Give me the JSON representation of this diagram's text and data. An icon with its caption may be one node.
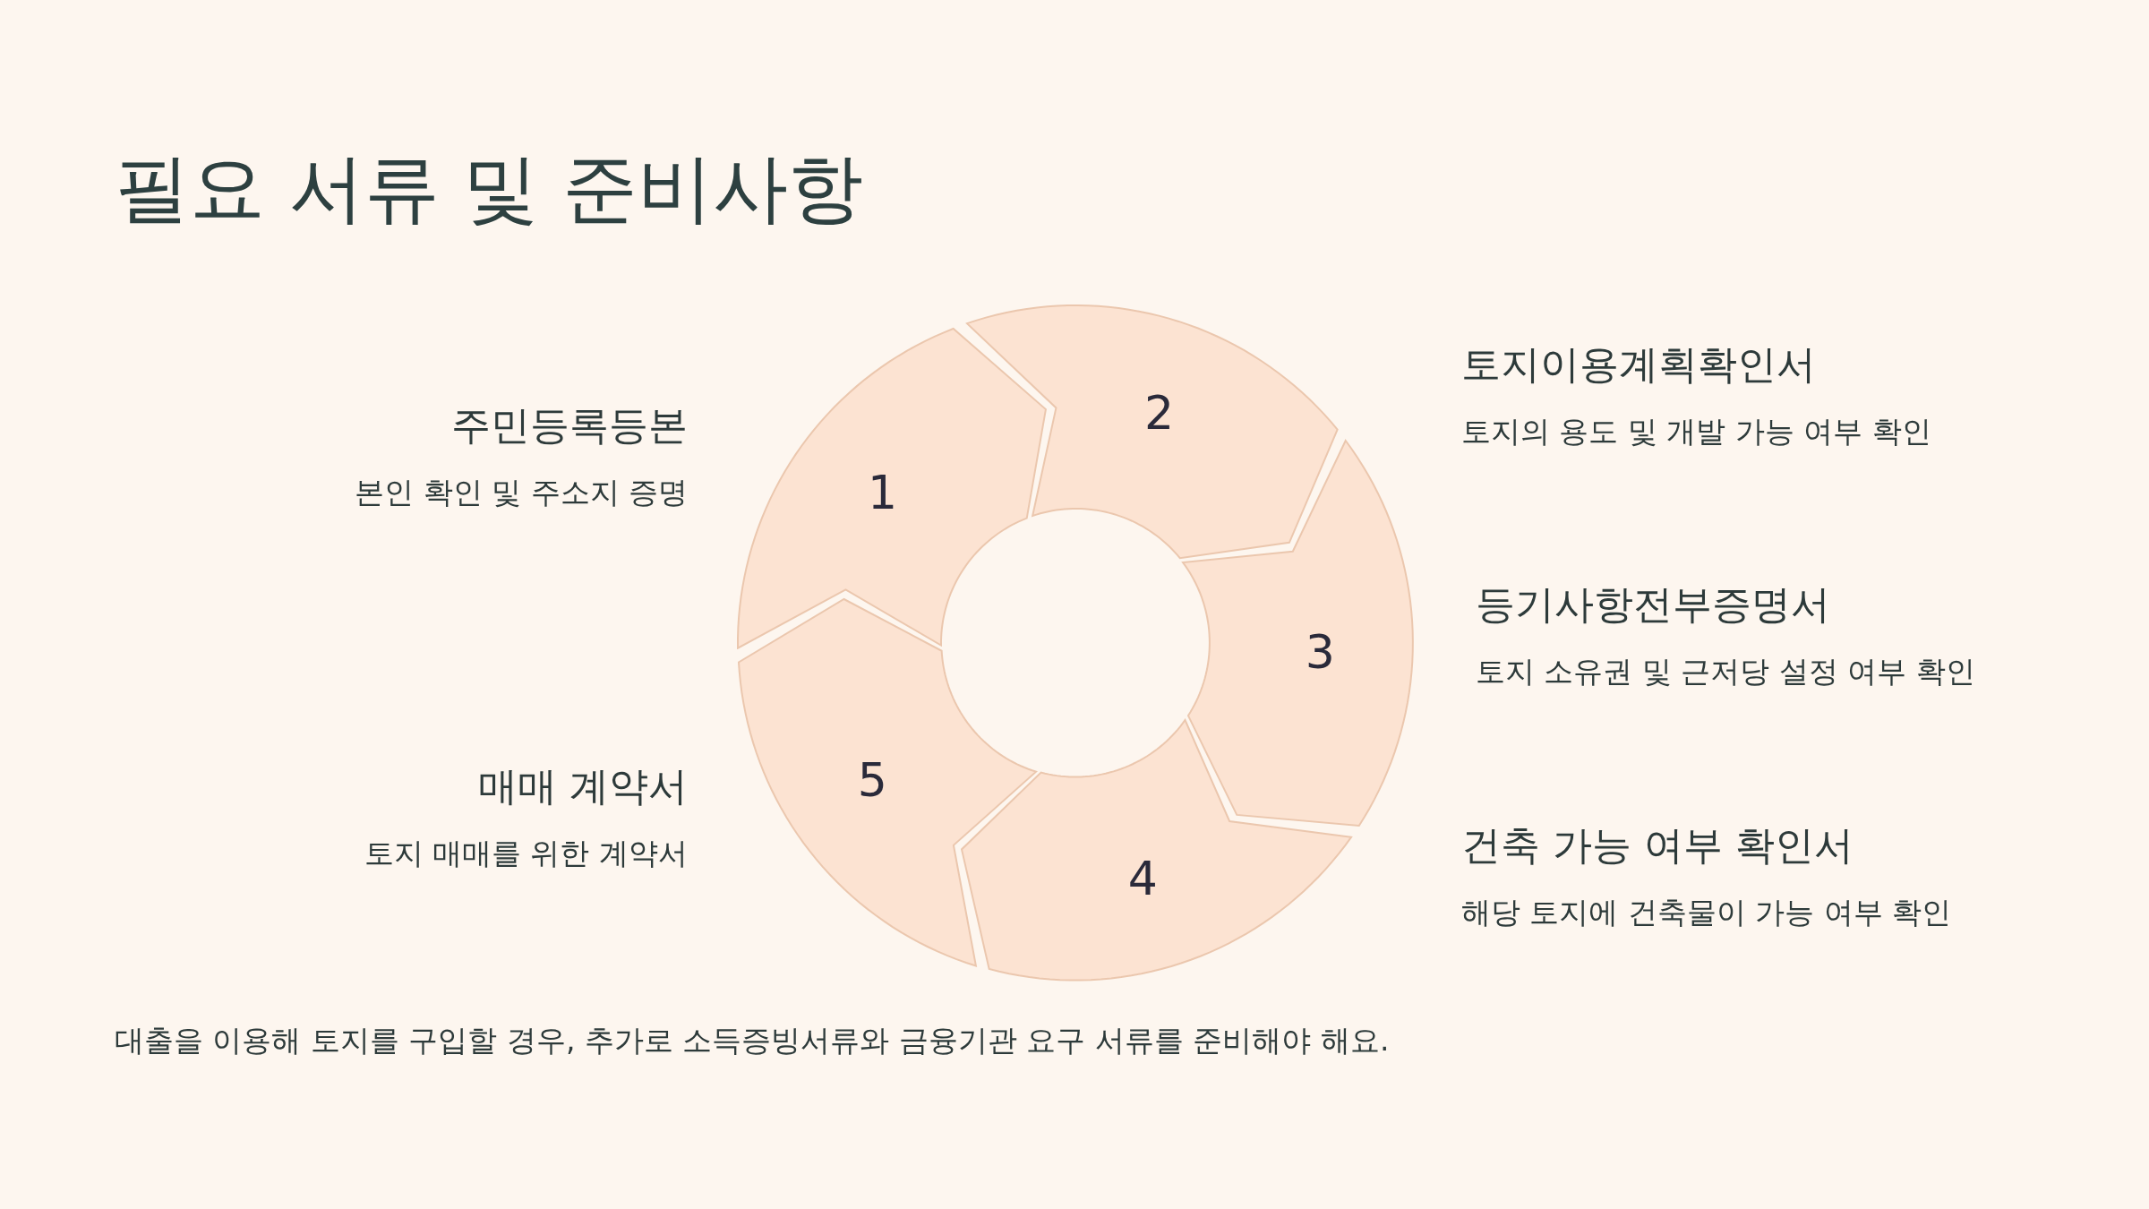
{
  "diagram": {
    "title": "필요 서류 및 준비사항",
    "nodes": [
      {
        "text": [
          "1"
        ],
        "beside": [
          "주민등록등본",
          "본인 확인 및 주소지 증명"
        ]
      },
      {
        "text": [
          "2"
        ],
        "beside": [
          "토지이용계획확인서",
          "토지의 용도 및 개발 가능 여부 확인"
        ]
      },
      {
        "text": [
          "3"
        ],
        "beside": [
          "등기사항전부증명서",
          "토지 소유권 및 근저당 설정 여부 확인"
        ]
      },
      {
        "text": [
          "4"
        ],
        "beside": [
          "건축 가능 여부 확인서",
          "해당 토지에 건축물이 가능 여부 확인"
        ]
      },
      {
        "text": [
          "5"
        ],
        "beside": [
          "매매 계약서",
          "토지 매매를 위한 계약서"
        ]
      }
    ],
    "caption": "대출을 이용해 토지를 구입할 경우, 추가로 소득증빙서류와 금융기관 요구 서류를 준비해야 해요."
  }
}
